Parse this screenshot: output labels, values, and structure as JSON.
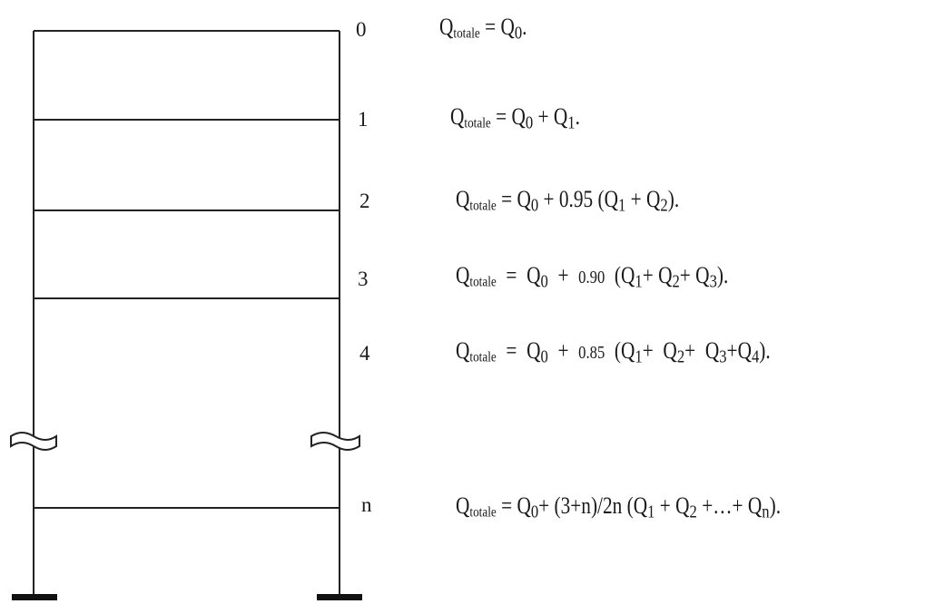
{
  "floors": [
    {
      "label": "0"
    },
    {
      "label": "1"
    },
    {
      "label": "2"
    },
    {
      "label": "3"
    },
    {
      "label": "4"
    },
    {
      "label": "n"
    }
  ],
  "formulas": [
    {
      "lhs": "Q",
      "lhs_sub": "totale",
      "eq": " = ",
      "terms": [
        {
          "t": "Q"
        },
        {
          "s": "0"
        },
        {
          "t": "."
        }
      ]
    },
    {
      "lhs": "Q",
      "lhs_sub": "totale",
      "eq": " = ",
      "terms": [
        {
          "t": "Q"
        },
        {
          "s": "0"
        },
        {
          "t": " + Q"
        },
        {
          "s": "1"
        },
        {
          "t": "."
        }
      ]
    },
    {
      "lhs": "Q",
      "lhs_sub": "totale",
      "eq": " = ",
      "terms": [
        {
          "t": "Q"
        },
        {
          "s": "0"
        },
        {
          "t": " + 0.95 (Q"
        },
        {
          "s": "1"
        },
        {
          "t": " + Q"
        },
        {
          "s": "2"
        },
        {
          "t": ")."
        }
      ]
    },
    {
      "lhs": "Q",
      "lhs_sub": "totale",
      "eq": "  =  ",
      "terms": [
        {
          "t": "Q"
        },
        {
          "s": "0"
        },
        {
          "t": "  +  "
        },
        {
          "c": "0.90"
        },
        {
          "t": "  (Q"
        },
        {
          "s": "1"
        },
        {
          "t": "+ Q"
        },
        {
          "s": "2"
        },
        {
          "t": "+ Q"
        },
        {
          "s": "3"
        },
        {
          "t": ")."
        }
      ]
    },
    {
      "lhs": "Q",
      "lhs_sub": "totale",
      "eq": "  =  ",
      "terms": [
        {
          "t": "Q"
        },
        {
          "s": "0"
        },
        {
          "t": "  +  "
        },
        {
          "c": "0.85"
        },
        {
          "t": "  (Q"
        },
        {
          "s": "1"
        },
        {
          "t": "+  Q"
        },
        {
          "s": "2"
        },
        {
          "t": "+  Q"
        },
        {
          "s": "3"
        },
        {
          "t": "+Q"
        },
        {
          "s": "4"
        },
        {
          "t": ")."
        }
      ]
    },
    {
      "lhs": "Q",
      "lhs_sub": "totale",
      "eq": " = ",
      "terms": [
        {
          "t": "Q"
        },
        {
          "s": "0"
        },
        {
          "t": "+ (3+n)/2n (Q"
        },
        {
          "s": "1"
        },
        {
          "t": " + Q"
        },
        {
          "s": "2"
        },
        {
          "t": " +…+ Q"
        },
        {
          "s": "n"
        },
        {
          "t": ")."
        }
      ]
    }
  ]
}
